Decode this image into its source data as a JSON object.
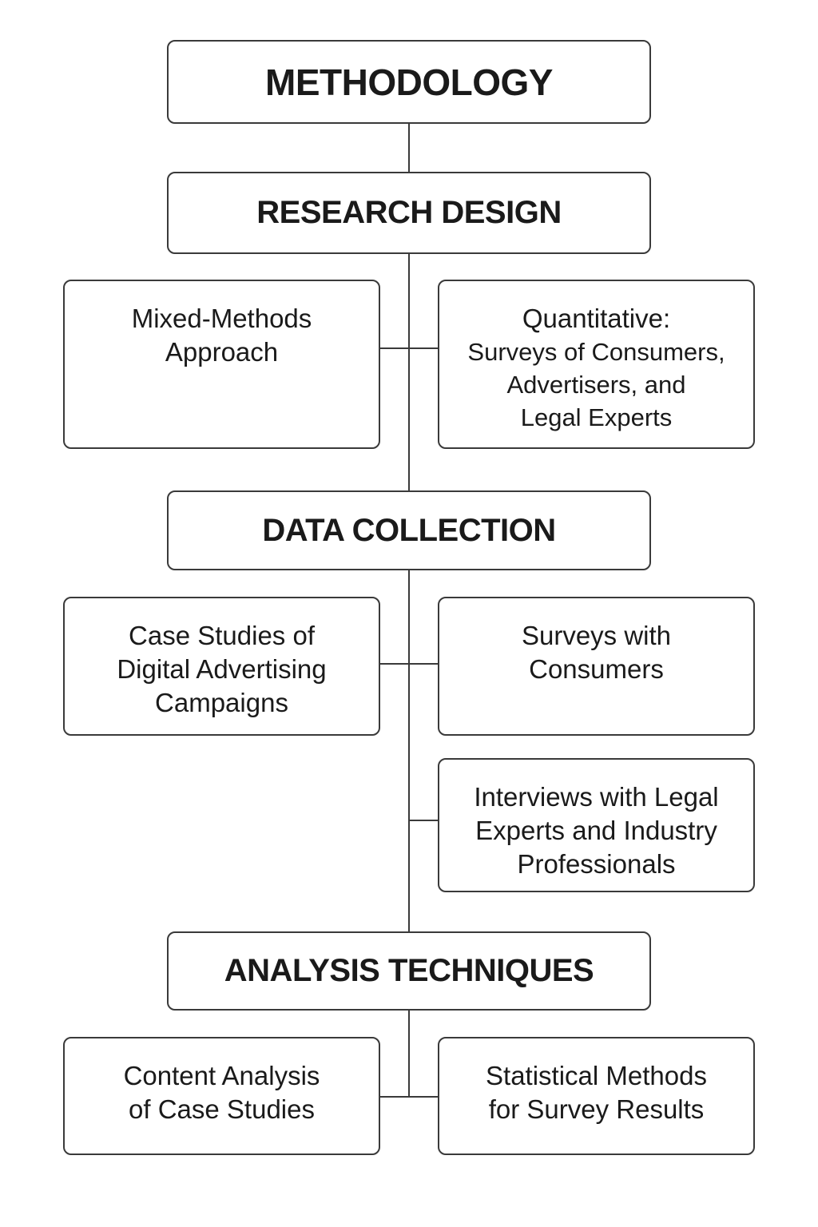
{
  "title": "METHODOLOGY",
  "sections": [
    {
      "heading": "RESEARCH DESIGN",
      "items": [
        {
          "lines": [
            "Mixed-Methods",
            "Approach"
          ]
        },
        {
          "lines": [
            "Quantitative:",
            "Surveys of Consumers,",
            "Advertisers, and",
            "Legal Experts"
          ]
        }
      ]
    },
    {
      "heading": "DATA COLLECTION",
      "items": [
        {
          "lines": [
            "Case Studies of",
            "Digital Advertising",
            "Campaigns"
          ]
        },
        {
          "lines": [
            "Surveys with",
            "Consumers"
          ]
        },
        {
          "lines": [
            "Interviews with Legal",
            "Experts and Industry",
            "Professionals"
          ]
        }
      ]
    },
    {
      "heading": "ANALYSIS TECHNIQUES",
      "items": [
        {
          "lines": [
            "Content Analysis",
            "of Case Studies"
          ]
        },
        {
          "lines": [
            "Statistical Methods",
            "for Survey Results"
          ]
        }
      ]
    }
  ]
}
